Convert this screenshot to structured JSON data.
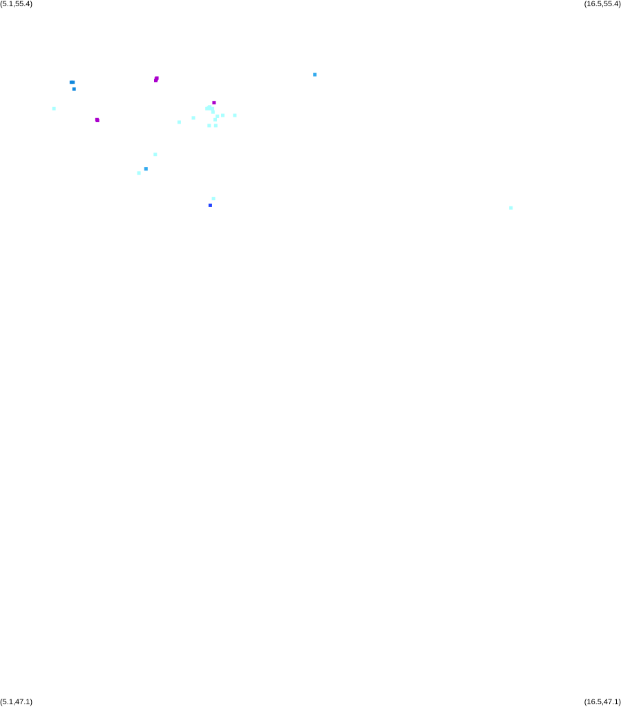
{
  "corners": {
    "top_left": "(5.1,55.4)",
    "top_right": "(16.5,55.4)",
    "bottom_left": "(5.1,47.1)",
    "bottom_right": "(16.5,47.1)"
  },
  "bounds": {
    "lon_min": 5.1,
    "lon_max": 16.5,
    "lat_min": 47.1,
    "lat_max": 55.4
  },
  "colors": {
    "background": "#ffffff",
    "cyan": "#aaffff",
    "sky_blue": "#33aaee",
    "blue": "#1188dd",
    "deep_blue": "#2244ff",
    "purple": "#aa00cc"
  },
  "points": [
    {
      "lon": 6.09,
      "lat": 54.12,
      "color": "cyan"
    },
    {
      "lon": 6.41,
      "lat": 54.43,
      "color": "blue"
    },
    {
      "lon": 6.44,
      "lat": 54.43,
      "color": "blue"
    },
    {
      "lon": 6.46,
      "lat": 54.35,
      "color": "blue"
    },
    {
      "lon": 6.88,
      "lat": 53.99,
      "color": "purple"
    },
    {
      "lon": 6.89,
      "lat": 53.98,
      "color": "purple"
    },
    {
      "lon": 7.65,
      "lat": 53.36,
      "color": "cyan"
    },
    {
      "lon": 7.78,
      "lat": 53.41,
      "color": "sky_blue"
    },
    {
      "lon": 7.95,
      "lat": 53.58,
      "color": "cyan"
    },
    {
      "lon": 7.96,
      "lat": 54.45,
      "color": "purple"
    },
    {
      "lon": 7.97,
      "lat": 54.47,
      "color": "purple"
    },
    {
      "lon": 7.98,
      "lat": 54.48,
      "color": "purple"
    },
    {
      "lon": 8.39,
      "lat": 53.96,
      "color": "cyan"
    },
    {
      "lon": 8.65,
      "lat": 54.01,
      "color": "cyan"
    },
    {
      "lon": 8.9,
      "lat": 54.12,
      "color": "cyan"
    },
    {
      "lon": 8.93,
      "lat": 54.13,
      "color": "cyan"
    },
    {
      "lon": 8.95,
      "lat": 54.14,
      "color": "cyan"
    },
    {
      "lon": 8.96,
      "lat": 54.12,
      "color": "cyan"
    },
    {
      "lon": 8.94,
      "lat": 53.92,
      "color": "cyan"
    },
    {
      "lon": 8.96,
      "lat": 52.98,
      "color": "deep_blue"
    },
    {
      "lon": 9.0,
      "lat": 54.12,
      "color": "cyan"
    },
    {
      "lon": 9.01,
      "lat": 54.08,
      "color": "cyan"
    },
    {
      "lon": 9.02,
      "lat": 53.06,
      "color": "cyan"
    },
    {
      "lon": 9.03,
      "lat": 54.19,
      "color": "purple"
    },
    {
      "lon": 9.05,
      "lat": 53.99,
      "color": "cyan"
    },
    {
      "lon": 9.06,
      "lat": 53.92,
      "color": "cyan"
    },
    {
      "lon": 9.09,
      "lat": 54.03,
      "color": "cyan"
    },
    {
      "lon": 9.19,
      "lat": 54.04,
      "color": "cyan"
    },
    {
      "lon": 9.41,
      "lat": 54.04,
      "color": "cyan"
    },
    {
      "lon": 10.88,
      "lat": 54.52,
      "color": "sky_blue"
    },
    {
      "lon": 14.48,
      "lat": 52.95,
      "color": "cyan"
    }
  ]
}
